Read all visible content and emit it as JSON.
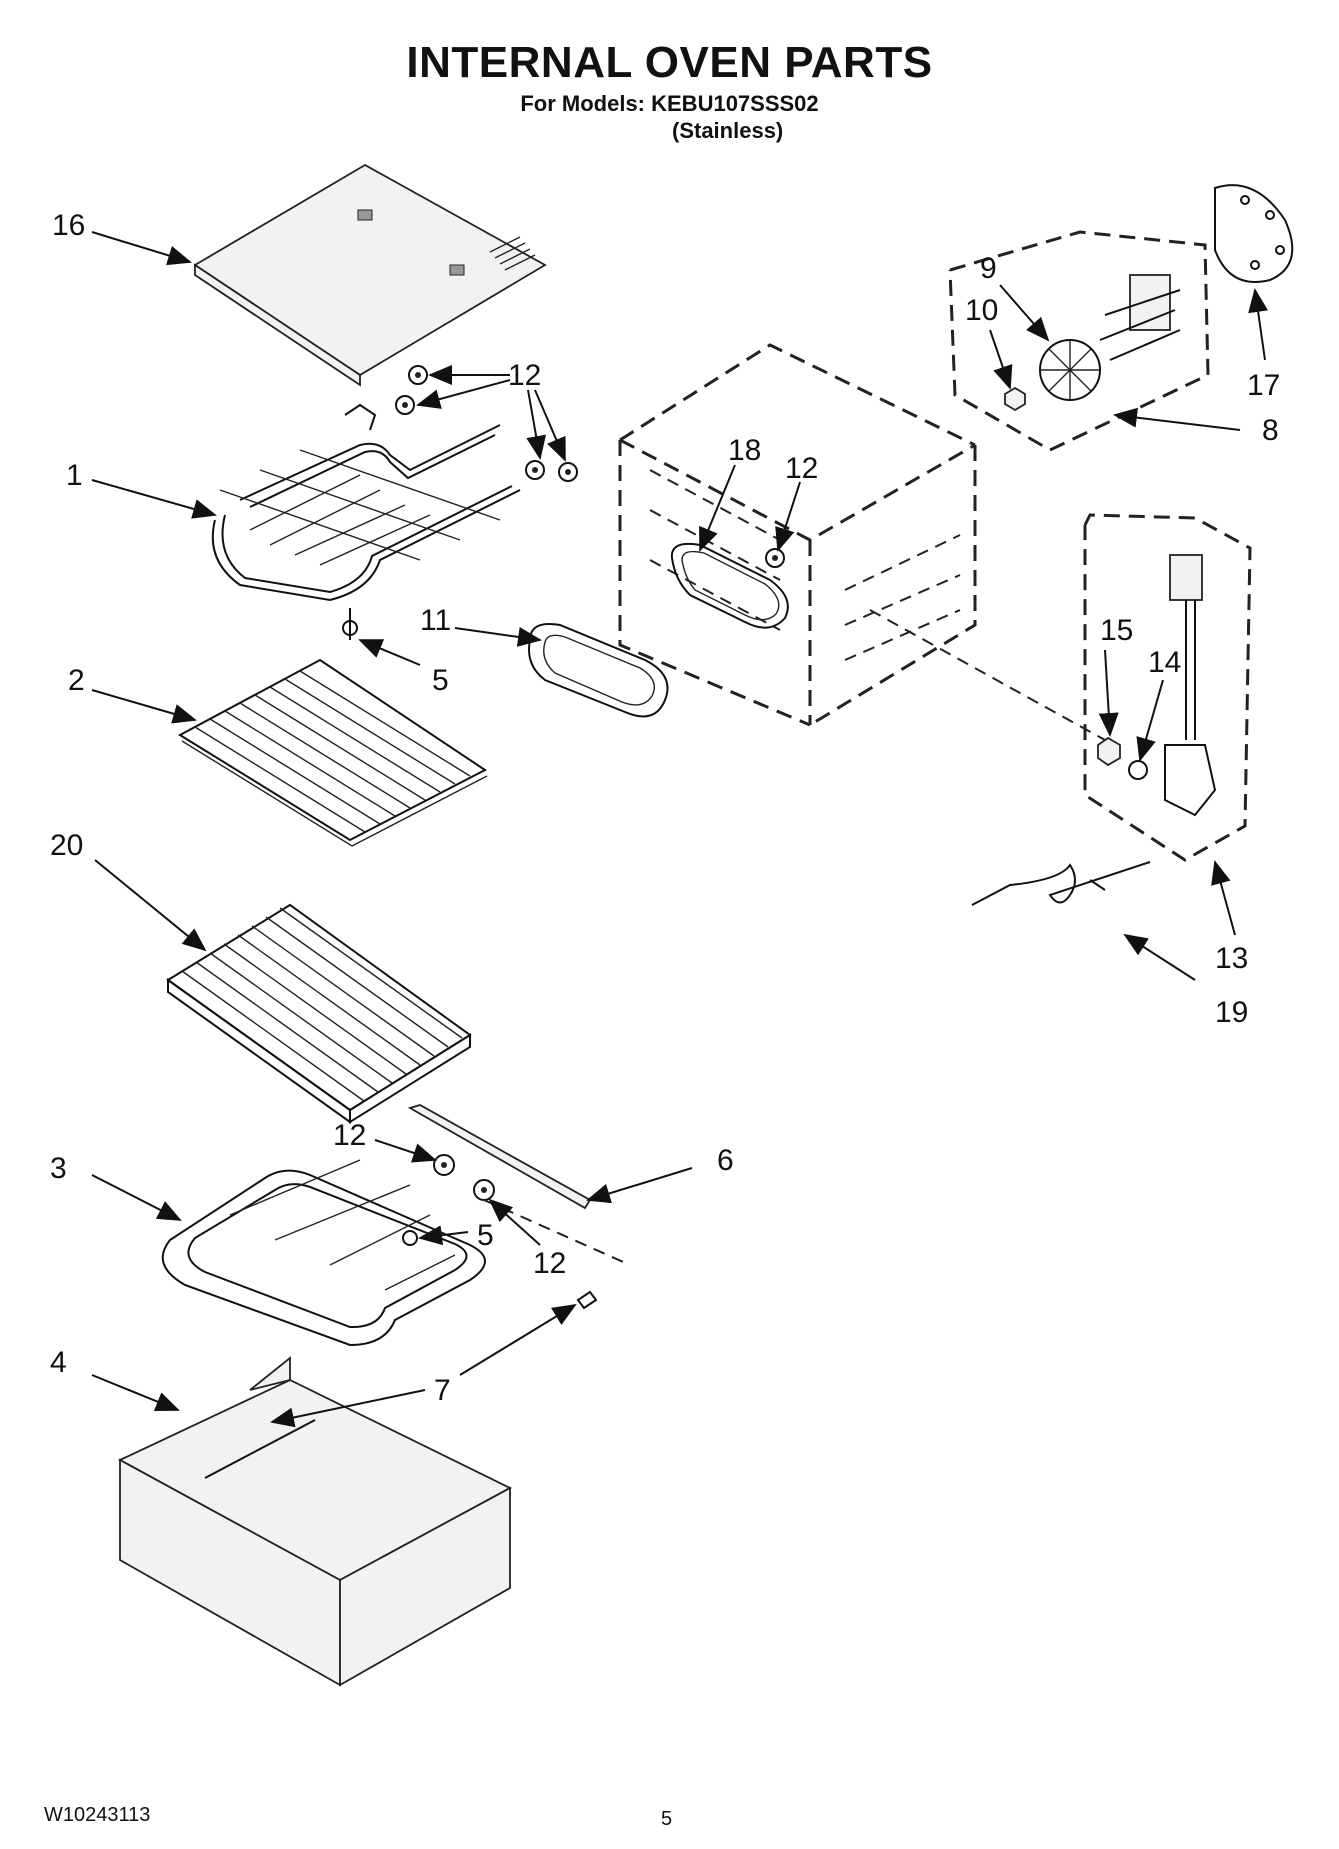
{
  "header": {
    "title": "INTERNAL OVEN PARTS",
    "models": "For Models: KEBU107SSS02",
    "variant": "(Stainless)"
  },
  "footer": {
    "doc_number": "W10243113",
    "page_number": "5"
  },
  "callouts": {
    "c16": "16",
    "c12a": "12",
    "c1": "1",
    "c5a": "5",
    "c11": "11",
    "c18": "18",
    "c12b": "12",
    "c9": "9",
    "c10": "10",
    "c17": "17",
    "c8": "8",
    "c15": "15",
    "c14": "14",
    "c13": "13",
    "c19": "19",
    "c2": "2",
    "c20": "20",
    "c12c": "12",
    "c3": "3",
    "c6": "6",
    "c5b": "5",
    "c12d": "12",
    "c4": "4",
    "c7": "7"
  }
}
